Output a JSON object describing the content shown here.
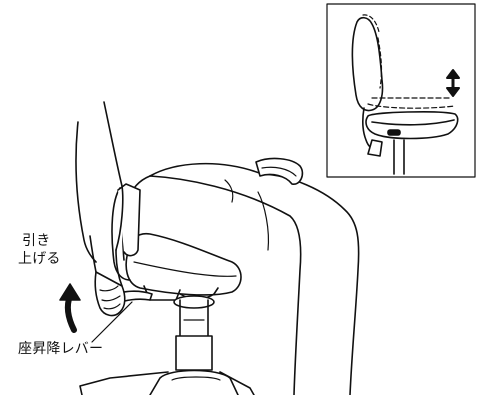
{
  "labels": {
    "pull_up_line1": "引き",
    "pull_up_line2": "上げる",
    "seat_lift_lever": "座昇降レバー"
  },
  "colors": {
    "line": "#111111",
    "background": "#ffffff"
  },
  "icons": {
    "inset_arrow": "up-down-arrow-icon",
    "pull_arrow": "curved-up-arrow-icon"
  }
}
